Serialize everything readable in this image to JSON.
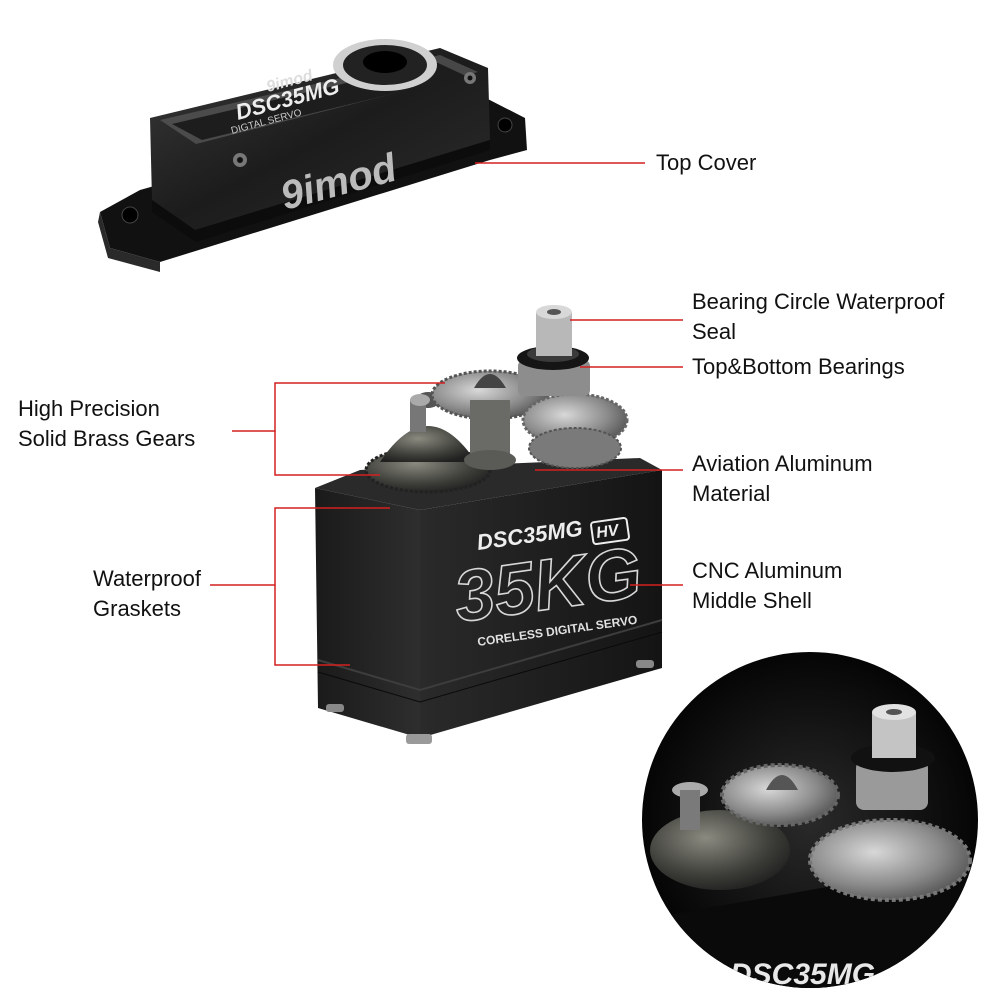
{
  "callouts": {
    "top_cover": {
      "lines": [
        "Top Cover"
      ]
    },
    "bearing_seal": {
      "lines": [
        "Bearing Circle Waterproof",
        "Seal"
      ]
    },
    "bearings": {
      "lines": [
        "Top&Bottom Bearings"
      ]
    },
    "gears": {
      "lines": [
        "High Precision",
        "Solid Brass Gears"
      ]
    },
    "aluminum": {
      "lines": [
        "Aviation Aluminum",
        "Material"
      ]
    },
    "gaskets": {
      "lines": [
        "Waterproof",
        "Graskets"
      ]
    },
    "middle_shell": {
      "lines": [
        "CNC Aluminum",
        "Middle Shell"
      ]
    }
  },
  "product_markings": {
    "cover_brand": "9imod",
    "cover_model": "DSC35MG",
    "cover_subtitle": "DIGTAL SERVO",
    "cover_logo": "9imod",
    "body_model": "DSC35MG",
    "body_badge": "HV",
    "body_torque": "35KG",
    "body_subtitle": "CORELESS DIGITAL SERVO",
    "inset_model": "DSC35MG"
  },
  "colors": {
    "leader_line": "#d42020",
    "body": "#1a1a1a",
    "metal": "#9a9a9a"
  }
}
